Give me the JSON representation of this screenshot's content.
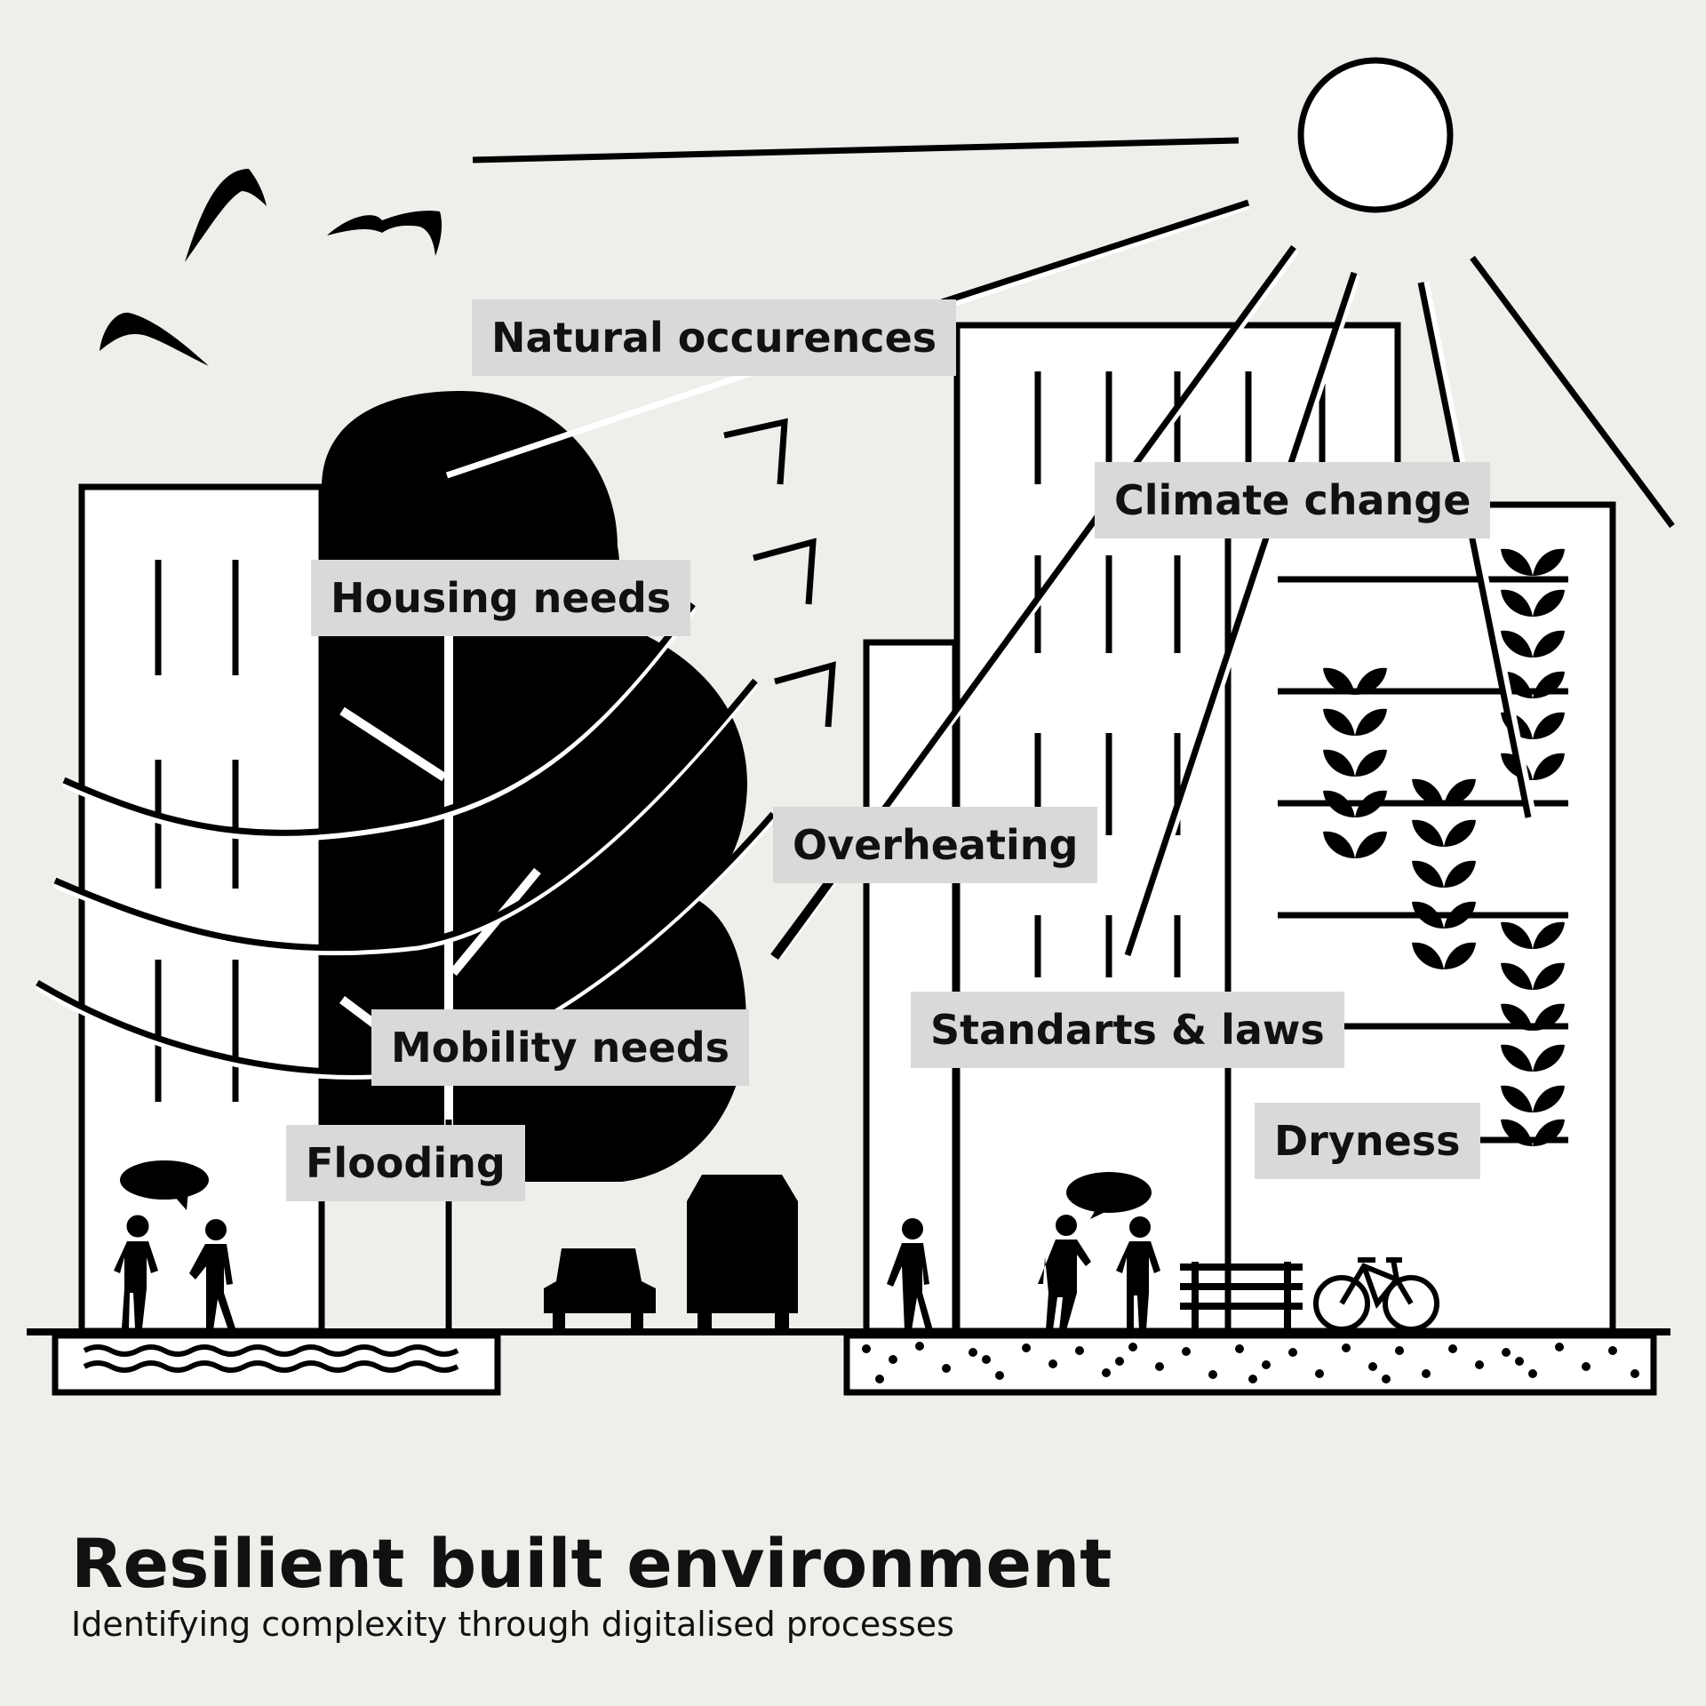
{
  "labels": {
    "natural_occurences": "Natural occurences",
    "housing_needs": "Housing needs",
    "climate_change": "Climate change",
    "overheating": "Overheating",
    "mobility_needs": "Mobility needs",
    "standarts_laws": "Standarts & laws",
    "flooding": "Flooding",
    "dryness": "Dryness"
  },
  "footer": {
    "title": "Resilient built environment",
    "subtitle": "Identifying complexity through digitalised processes"
  },
  "colors": {
    "background": "#f0eeea",
    "ink": "#000000",
    "label_bg": "#d9d9d9",
    "paper": "#ffffff"
  }
}
